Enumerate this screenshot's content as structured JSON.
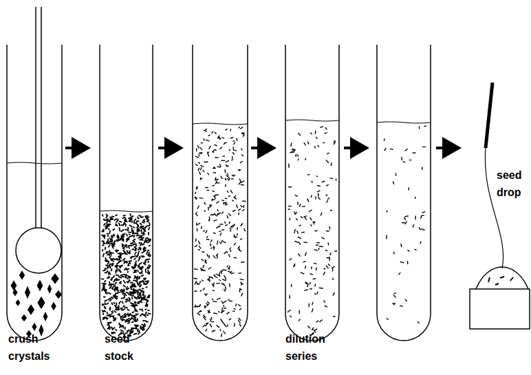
{
  "diagram": {
    "labels": [
      "crush crystals",
      "seed stock",
      "dilution series",
      "seed drop"
    ]
  }
}
